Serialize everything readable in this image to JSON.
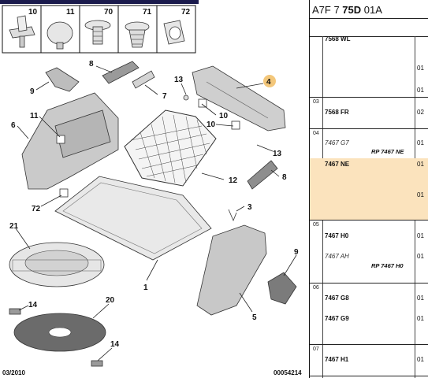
{
  "header": {
    "part_refs": [
      "10",
      "11",
      "70",
      "71",
      "72"
    ]
  },
  "diagram": {
    "callouts": [
      "9",
      "8",
      "13",
      "4",
      "7",
      "6",
      "11",
      "10",
      "10",
      "13",
      "12",
      "8",
      "72",
      "3",
      "21",
      "9",
      "1",
      "20",
      "5",
      "14",
      "14"
    ],
    "footer_date": "03/2010",
    "footer_ref": "00054214",
    "colors": {
      "highlight": "#fbe3bd",
      "callout_4": "#f3c77b",
      "net": "#444444",
      "tray": "#e9e9e9"
    }
  },
  "panel": {
    "title_prefix": "A7F 7 ",
    "title_bold": "75D",
    "title_suffix": " 01A",
    "rows": [
      {
        "group": "",
        "ref": "7568 WL",
        "ref_style": "bold",
        "rp": "",
        "qty": [
          "01",
          "01"
        ]
      },
      {
        "group": "03",
        "ref": "7568 FR",
        "ref_style": "bold",
        "rp": "",
        "qty": [
          "02"
        ]
      },
      {
        "group": "04",
        "ref": "7467 G7",
        "ref_style": "italic",
        "rp": "RP 7467 NE",
        "qty": [
          "01"
        ]
      },
      {
        "group": "",
        "ref": "7467 NE",
        "ref_style": "bold",
        "rp": "",
        "qty": [
          "01",
          "01"
        ]
      },
      {
        "group": "05",
        "ref": "7467 H0",
        "ref_style": "bold",
        "rp": "",
        "qty": [
          "01"
        ]
      },
      {
        "group": "",
        "ref": "7467 AH",
        "ref_style": "italic",
        "rp": "RP 7467 H0",
        "qty": [
          "01"
        ]
      },
      {
        "group": "06",
        "ref": "7467 G8",
        "ref_style": "bold",
        "rp": "",
        "qty": [
          "01"
        ]
      },
      {
        "group": "",
        "ref": "7467 G9",
        "ref_style": "bold",
        "rp": "",
        "qty": [
          "01"
        ]
      },
      {
        "group": "07",
        "ref": "7467 H1",
        "ref_style": "bold",
        "rp": "",
        "qty": [
          "01"
        ]
      }
    ]
  }
}
